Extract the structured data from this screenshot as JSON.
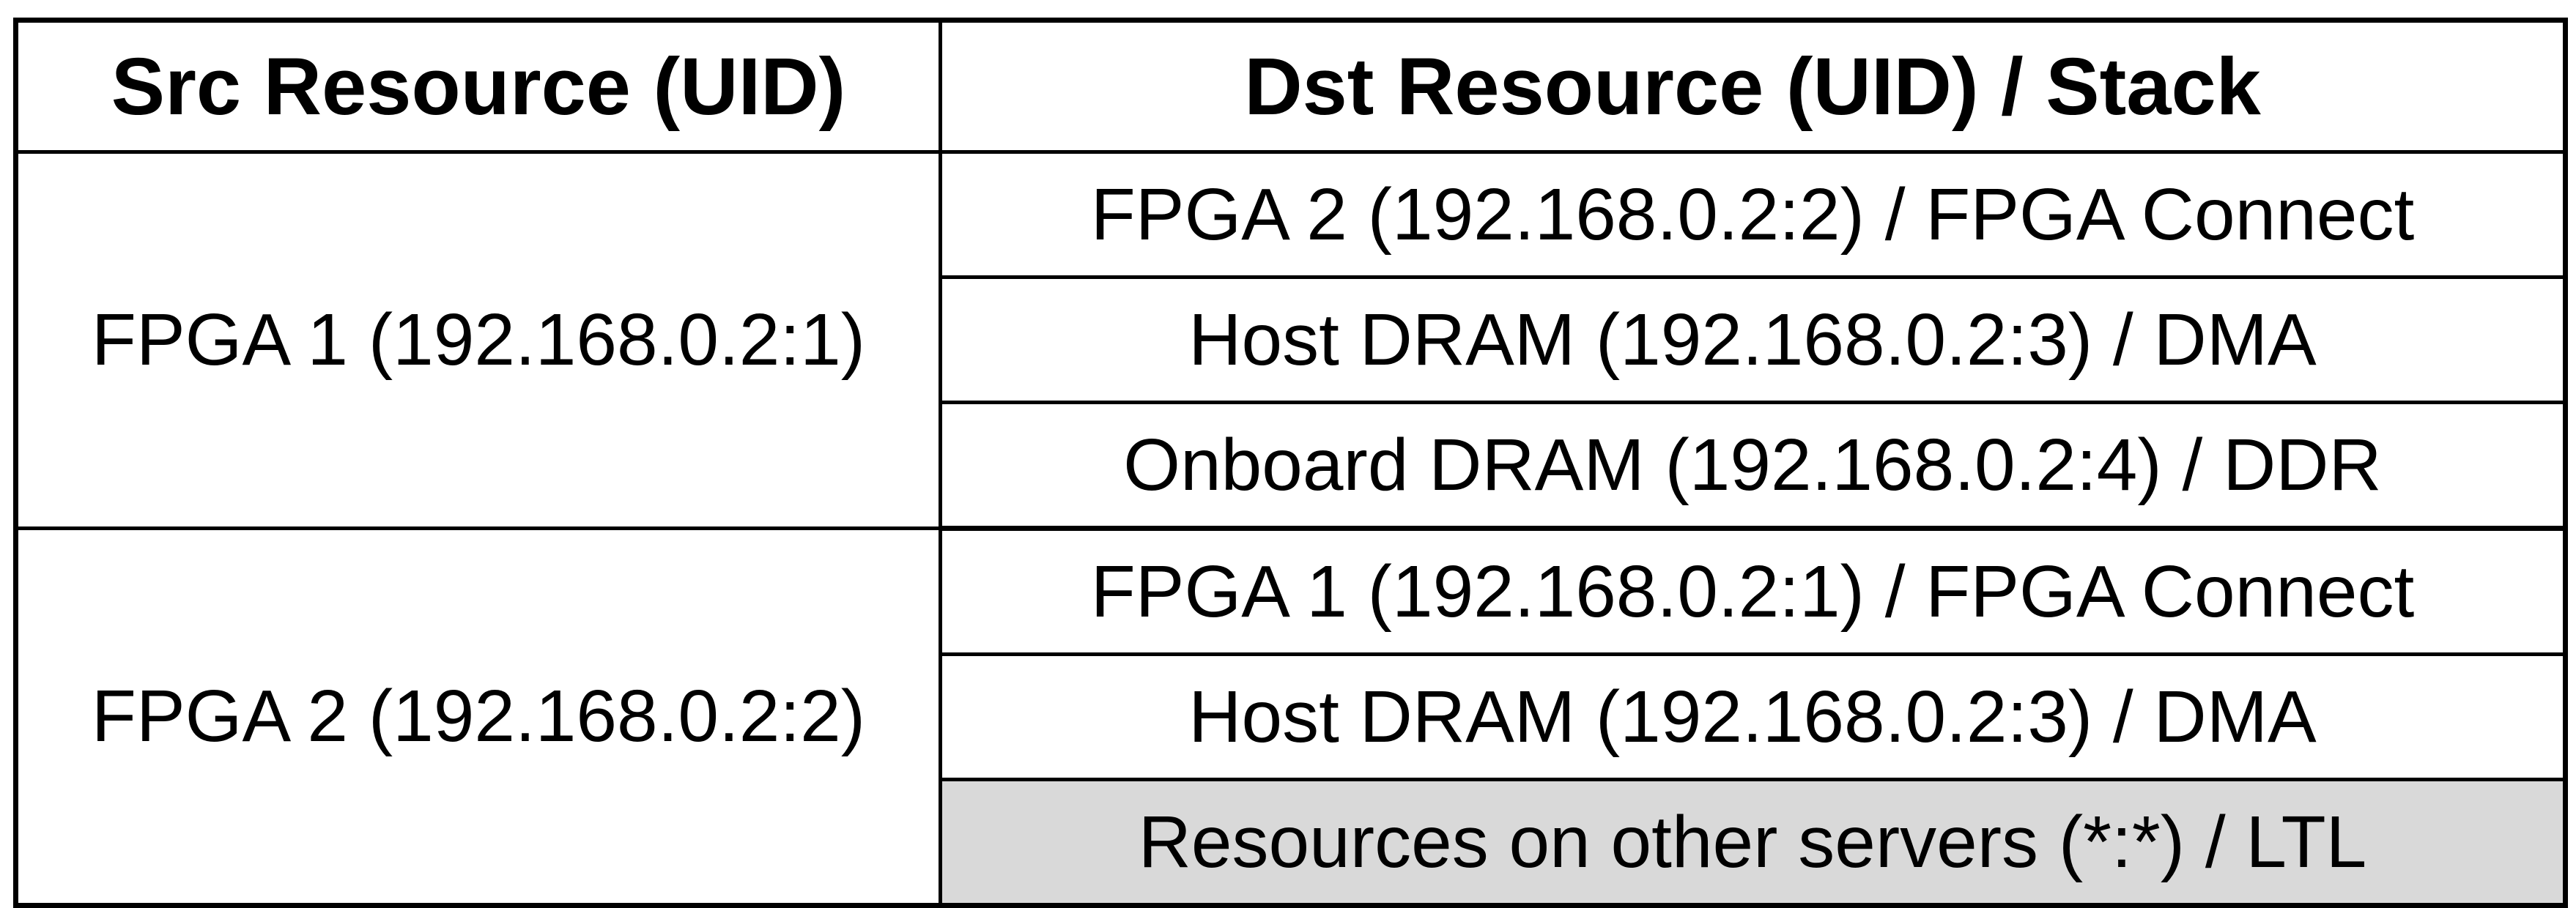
{
  "table": {
    "headers": {
      "src": "Src Resource (UID)",
      "dst": "Dst Resource (UID) / Stack"
    },
    "groups": [
      {
        "src": "FPGA 1 (192.168.0.2:1)",
        "destinations": [
          "FPGA 2 (192.168.0.2:2) / FPGA Connect",
          "Host DRAM (192.168.0.2:3) / DMA",
          "Onboard DRAM (192.168.0.2:4) / DDR"
        ]
      },
      {
        "src": "FPGA 2 (192.168.0.2:2)",
        "destinations": [
          "FPGA 1 (192.168.0.2:1) / FPGA Connect",
          "Host DRAM (192.168.0.2:3) / DMA",
          "Resources on other servers (*:*) / LTL"
        ]
      }
    ],
    "highlight_color": "#d9d9d9"
  }
}
